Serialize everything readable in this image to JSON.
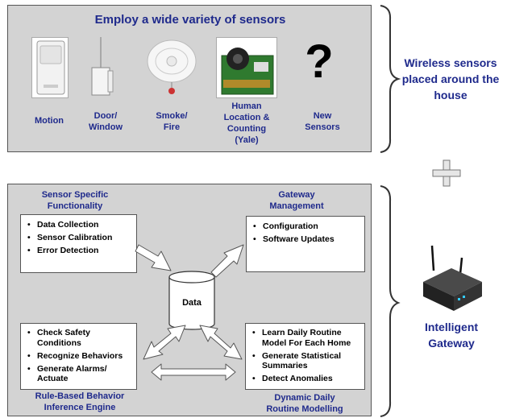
{
  "top": {
    "title": "Employ a wide variety of sensors",
    "sensors": [
      {
        "label_lines": [
          "Motion"
        ]
      },
      {
        "label_lines": [
          "Door/",
          "Window"
        ]
      },
      {
        "label_lines": [
          "Smoke/",
          "Fire"
        ]
      },
      {
        "label_lines": [
          "Human",
          "Location &",
          "Counting",
          "(Yale)"
        ]
      },
      {
        "label_lines": [
          "New",
          "Sensors"
        ]
      }
    ],
    "new_sensor_symbol": "?",
    "side_label_lines": [
      "Wireless sensors",
      "placed around the",
      "house"
    ]
  },
  "plus_symbol": "+",
  "bottom": {
    "sensor_specific": {
      "title_lines": [
        "Sensor Specific",
        "Functionality"
      ],
      "items": [
        "Data Collection",
        "Sensor Calibration",
        "Error Detection"
      ]
    },
    "gateway_mgmt": {
      "title_lines": [
        "Gateway",
        "Management"
      ],
      "items": [
        "Configuration",
        "Software Updates"
      ]
    },
    "data_label": "Data",
    "rule_based": {
      "items": [
        "Check Safety Conditions",
        "Recognize Behaviors",
        "Generate Alarms/ Actuate"
      ],
      "title_lines": [
        "Rule-Based Behavior",
        "Inference Engine"
      ]
    },
    "daily_routine": {
      "items": [
        "Learn Daily Routine Model For Each Home",
        "Generate Statistical Summaries",
        "Detect Anomalies"
      ],
      "title_lines": [
        "Dynamic Daily",
        "Routine Modelling"
      ]
    },
    "side_label_lines": [
      "Intelligent",
      "Gateway"
    ]
  }
}
